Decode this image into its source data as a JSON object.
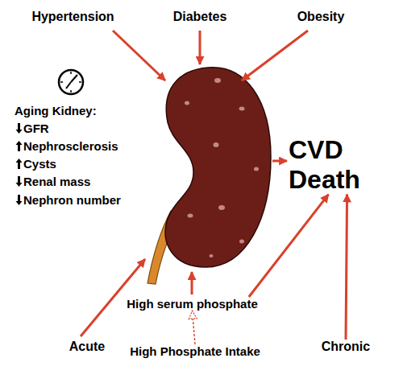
{
  "diagram": {
    "nodes": [
      {
        "text": [
          "Hypertension"
        ]
      },
      {
        "text": [
          "Diabetes"
        ]
      },
      {
        "text": [
          "Obesity"
        ]
      },
      {
        "text": [
          "CVD Death"
        ]
      },
      {
        "text": [
          "Acute"
        ]
      },
      {
        "text": [
          "High serum phosphate"
        ]
      },
      {
        "text": [
          "High Phosphate Intake"
        ]
      },
      {
        "text": [
          "Chronic"
        ]
      }
    ],
    "edges": [
      {
        "from": 6,
        "to": 5,
        "arrow": "to"
      },
      {
        "from": 5,
        "to": 3,
        "arrow": "to"
      },
      {
        "from": 7,
        "to": 3,
        "arrow": "to"
      }
    ],
    "labels": [
      "Aging Kidney:",
      "GFR",
      "Nephrosclerosis",
      "Cysts",
      "Renal mass",
      "Nephron number"
    ]
  }
}
